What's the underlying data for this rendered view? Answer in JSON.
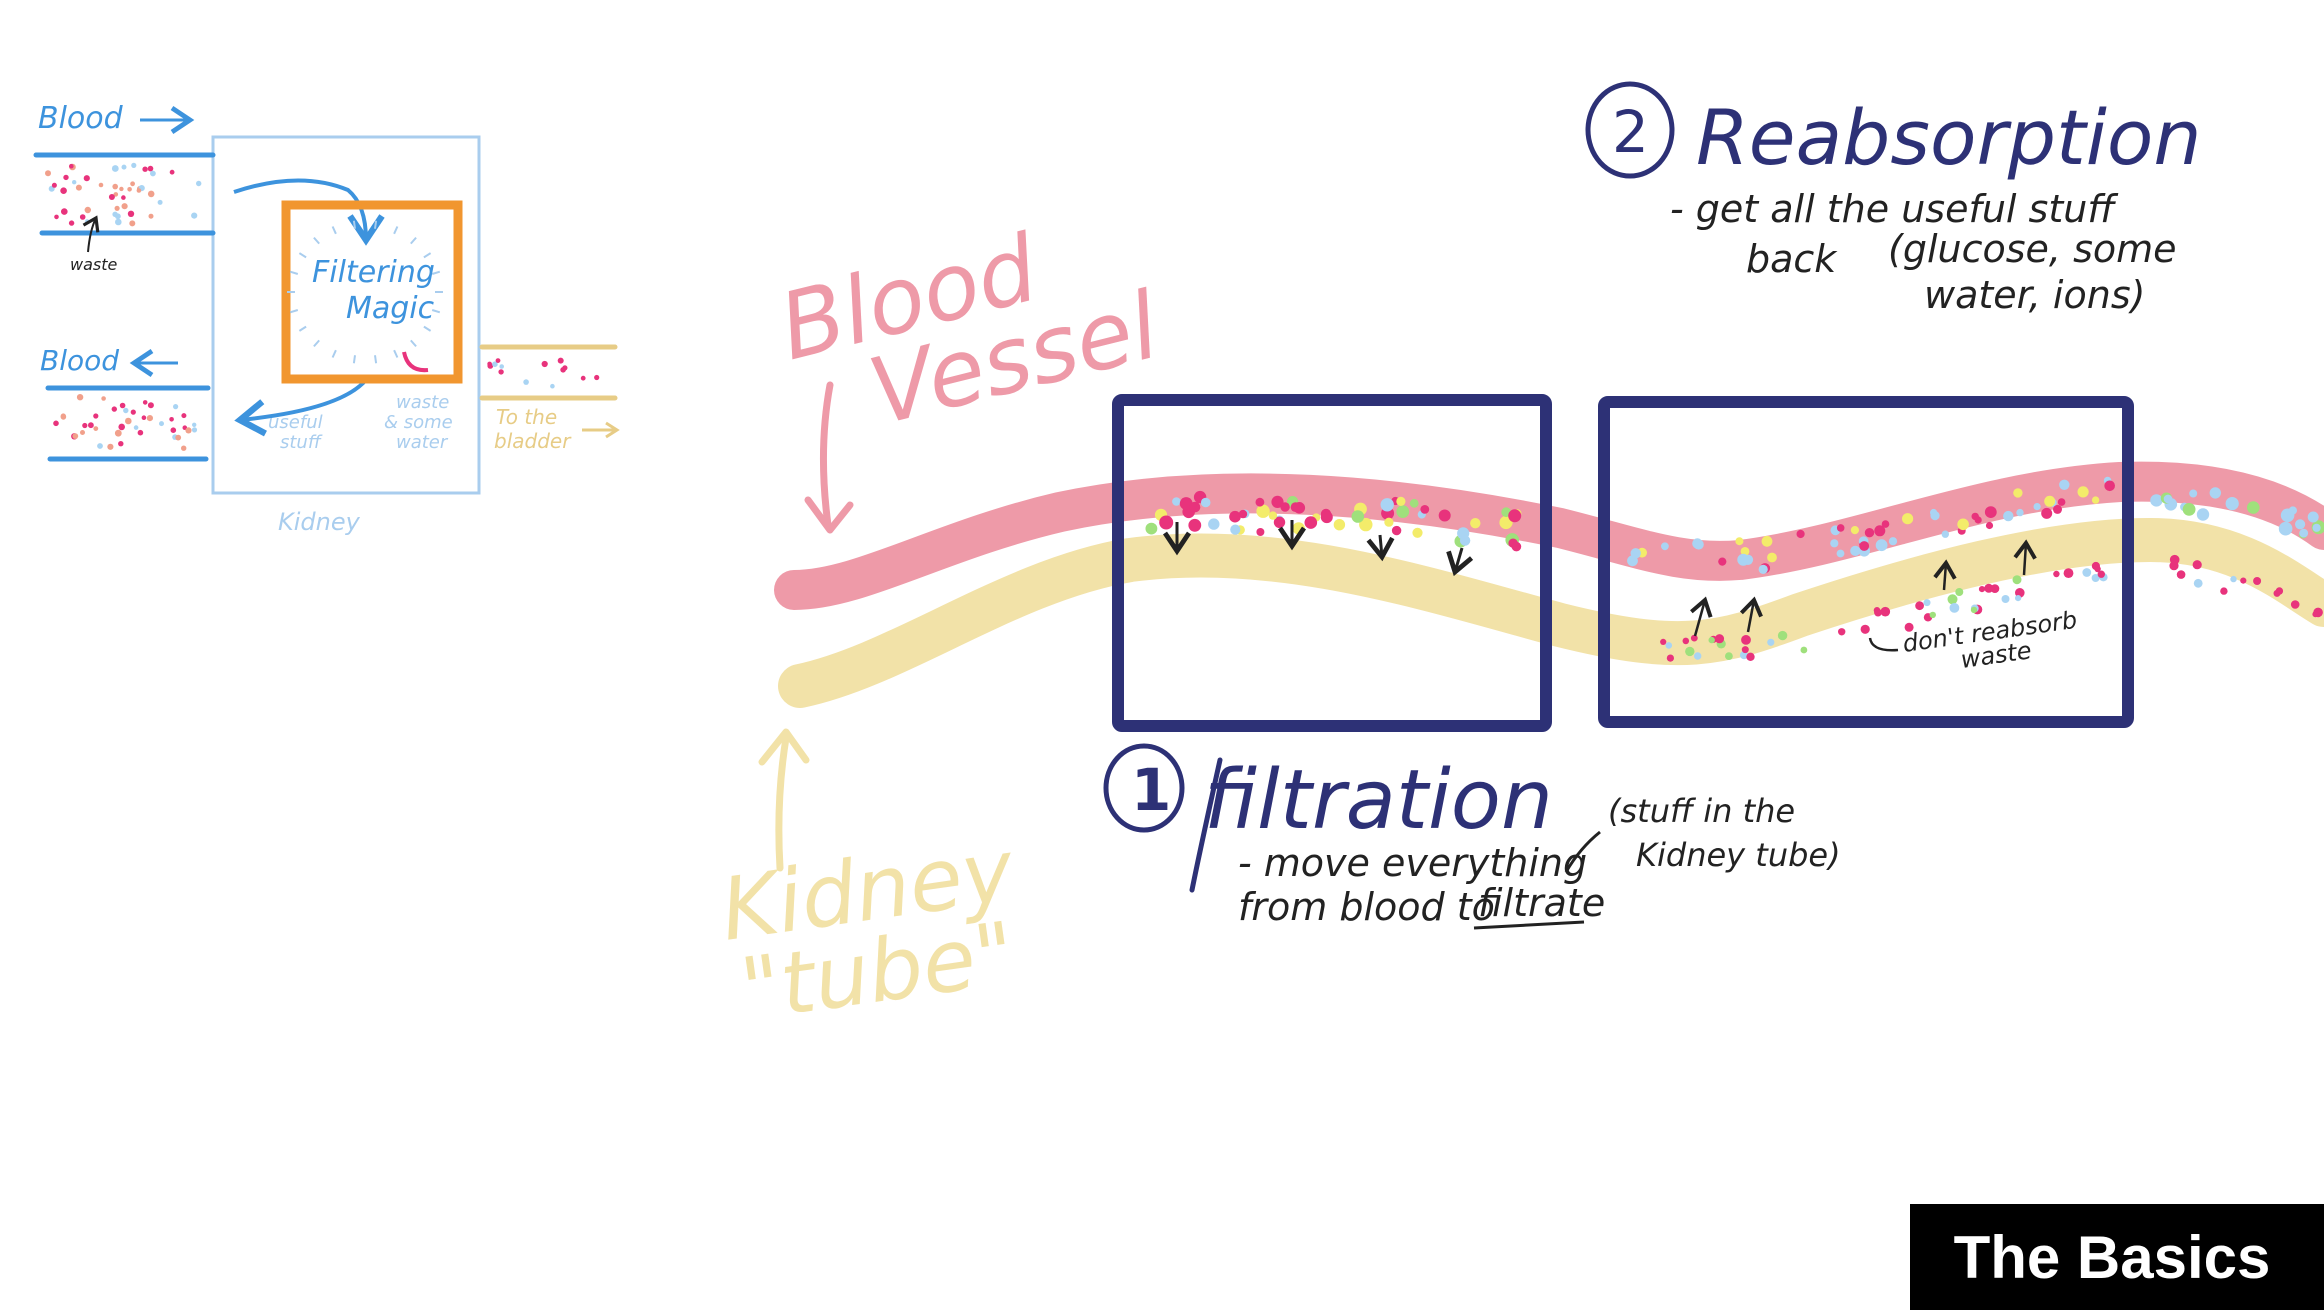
{
  "colors": {
    "navy": "#2d3176",
    "pink": "#ee9aa8",
    "yellow": "#f2e2a8",
    "orange": "#f1962f",
    "inset_blue": "#3d93dd",
    "inset_light_blue": "#a9cdee",
    "inset_tan": "#e7cc86",
    "dot_magenta": "#e8337c",
    "dot_green": "#9fe07c",
    "dot_light_blue": "#a9d4f3",
    "dot_yellow": "#f3ec6a",
    "dot_salmon": "#f1a08b"
  },
  "inset": {
    "blood_in_label": "Blood",
    "blood_out_label": "Blood",
    "waste_label": "waste",
    "filter_line1": "Filtering",
    "filter_line2": "Magic",
    "useful_line1": "useful",
    "useful_line2": "stuff",
    "waste_water_line1": "waste",
    "waste_water_line2": "& some",
    "waste_water_line3": "water",
    "bladder_line1": "To the",
    "bladder_line2": "bladder",
    "kidney_label": "Kidney"
  },
  "main": {
    "blood_vessel_line1": "Blood",
    "blood_vessel_line2": "Vessel",
    "kidney_tube_line1": "Kidney",
    "kidney_tube_line2": "\"tube\"",
    "step1": {
      "number": "1",
      "title": "filtration",
      "desc_line1": "- move everything",
      "desc_line2_a": "from blood to",
      "desc_line2_b": "filtrate",
      "note_line1": "(stuff in the",
      "note_line2": "Kidney tube)"
    },
    "step2": {
      "number": "2",
      "title": "Reabsorption",
      "desc_line1": "- get all the useful stuff",
      "desc_line2": "back",
      "desc_paren_line1": "(glucose, some",
      "desc_paren_line2": "water, ions)",
      "note_line1": "don't reabsorb",
      "note_line2": "waste"
    }
  },
  "badge": {
    "label": "The Basics"
  }
}
